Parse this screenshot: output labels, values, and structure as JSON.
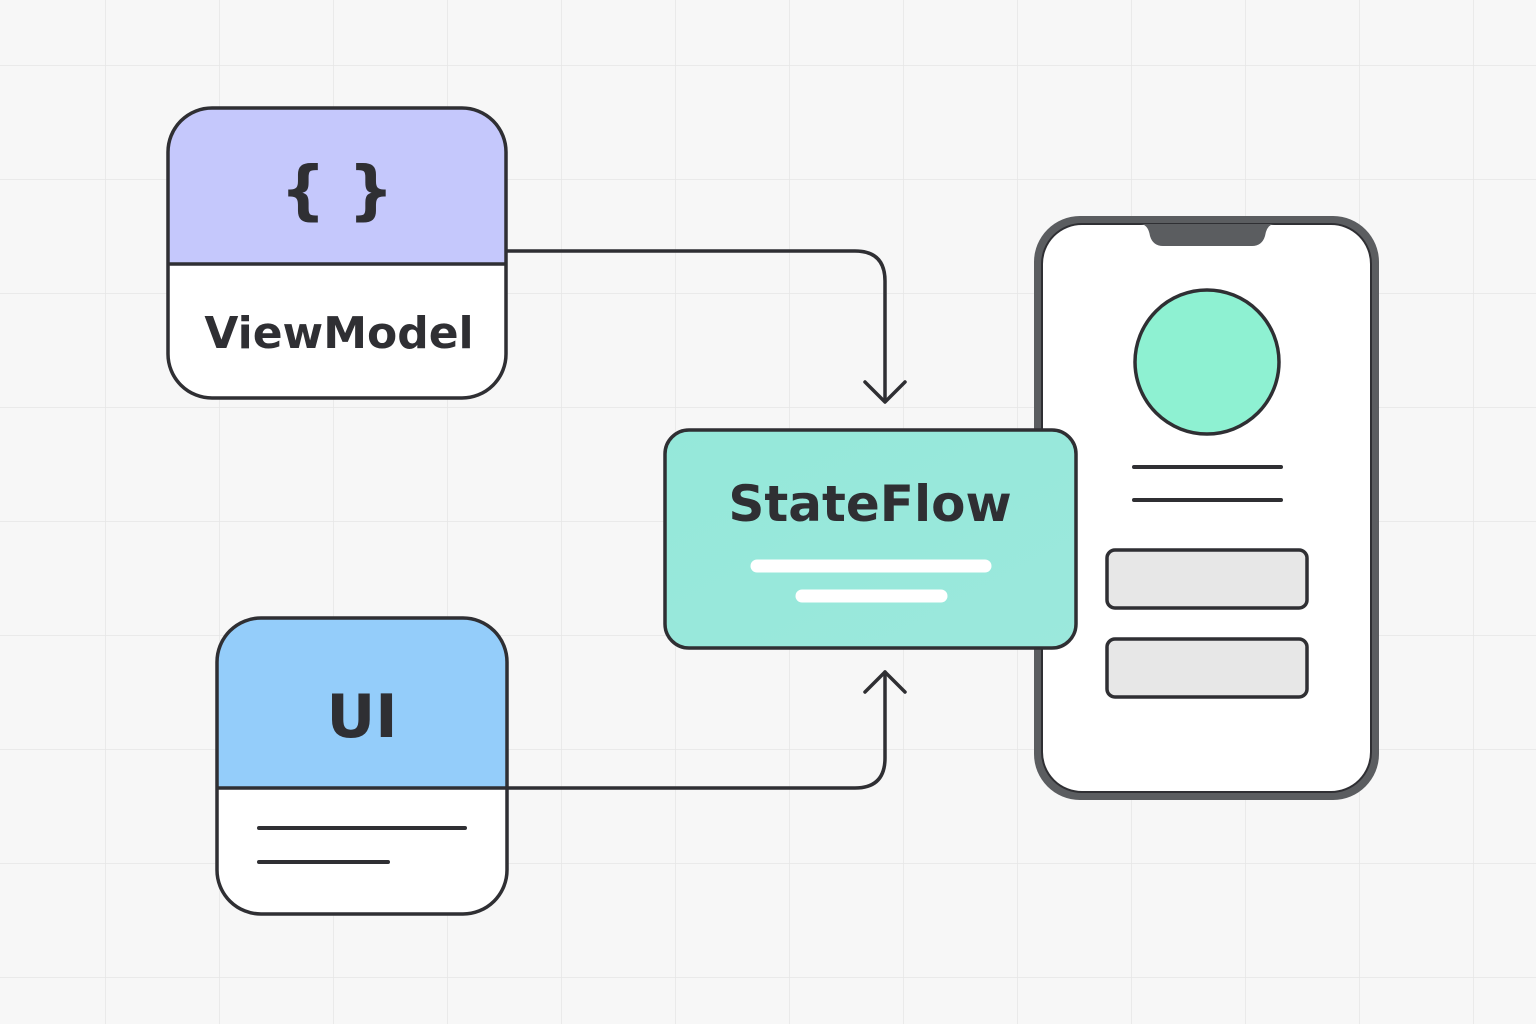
{
  "diagram": {
    "viewmodel_card": {
      "icon": "curly-braces-icon",
      "icon_text": "{ }",
      "label": "ViewModel",
      "header_color": "#c5c8fc"
    },
    "ui_card": {
      "label": "UI",
      "header_color": "#94cdfa"
    },
    "stateflow_card": {
      "label": "StateFlow",
      "color": "#93e7d9"
    },
    "phone": {
      "avatar_color": "#8ef1d2",
      "frame_color": "#5b5d60",
      "field_color": "#e7e7e7"
    },
    "colors": {
      "background": "#f7f7f7",
      "grid": "#e6e6e6",
      "stroke": "#2f2f33"
    }
  }
}
